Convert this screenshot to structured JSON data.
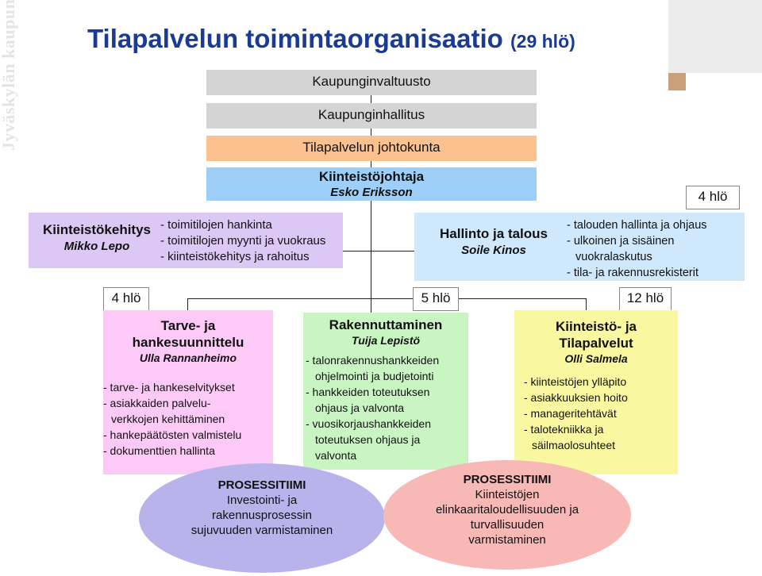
{
  "watermark": "Jyväskylän kaupunki",
  "title": {
    "main": "Tilapalvelun toimintaorganisaatio",
    "suffix": "(29 hlö)"
  },
  "hierarchy": {
    "valtuusto": "Kaupunginvaltuusto",
    "hallitus": "Kaupunginhallitus",
    "johtokunta": "Tilapalvelun johtokunta",
    "johtaja_title": "Kiinteistöjohtaja",
    "johtaja_name": "Esko Eriksson"
  },
  "kiinteistokehitys": {
    "title": "Kiinteistökehitys",
    "name": "Mikko Lepo",
    "items": [
      "- toimitilojen hankinta",
      "- toimitilojen myynti ja vuokraus",
      "- kiinteistökehitys ja rahoitus"
    ]
  },
  "hallinto": {
    "title": "Hallinto ja talous",
    "name": "Soile Kinos",
    "count": "4 hlö",
    "items": [
      "- talouden hallinta ja ohjaus",
      "- ulkoinen ja sisäinen",
      "vuokralaskutus",
      "- tila- ja rakennusrekisterit"
    ]
  },
  "tarve": {
    "count": "4 hlö",
    "title1": "Tarve- ja",
    "title2": "hankesuunnittelu",
    "name": "Ulla Rannanheimo",
    "items": [
      "- tarve- ja hankeselvitykset",
      "- asiakkaiden palvelu-",
      "verkkojen kehittäminen",
      "- hankepäätösten valmistelu",
      "- dokumenttien hallinta"
    ]
  },
  "rakennuttaminen": {
    "count": "5 hlö",
    "title": "Rakennuttaminen",
    "name": "Tuija Lepistö",
    "items": [
      "- talonrakennushankkeiden",
      "ohjelmointi ja budjetointi",
      "- hankkeiden toteutuksen",
      "ohjaus ja valvonta",
      "- vuosikorjaushankkeiden",
      "toteutuksen ohjaus ja",
      "valvonta"
    ]
  },
  "tilapalvelut": {
    "count": "12 hlö",
    "title1": "Kiinteistö- ja",
    "title2": "Tilapalvelut",
    "name": "Olli Salmela",
    "items": [
      "- kiinteistöjen ylläpito",
      "- asiakkuuksien hoito",
      "- manageritehtävät",
      "- talotekniikka ja",
      "säilmaolosuhteet"
    ]
  },
  "prosessi1": {
    "title": "PROSESSITIIMI",
    "l1": "Investointi- ja",
    "l2": "rakennusprosessin",
    "l3": "sujuvuuden varmistaminen"
  },
  "prosessi2": {
    "title": "PROSESSITIIMI",
    "l1": "Kiinteistöjen",
    "l2": "elinkaaritaloudellisuuden ja",
    "l3": "turvallisuuden",
    "l4": "varmistaminen"
  },
  "colors": {
    "title": "#1a3b94",
    "gray": "#d4d4d4",
    "peach": "#fbc18f",
    "blue": "#9ecff8",
    "lavender": "#dcc8f4",
    "lightblue": "#cfe8fb",
    "pink": "#fdcaf8",
    "green": "#c9f5c3",
    "yellow": "#f9f7a0",
    "ellipse1": "#b9b3ec",
    "ellipse2": "#f8b8b6",
    "accent": "#c8a07a"
  }
}
